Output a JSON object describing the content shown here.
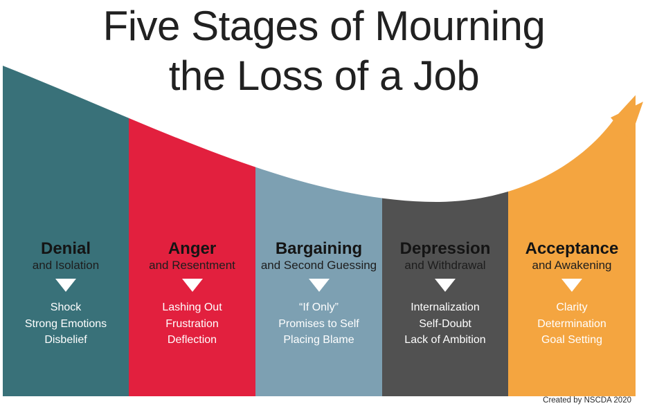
{
  "title": {
    "line1": "Five Stages of Mourning",
    "line2": "the Loss of a Job"
  },
  "stages": [
    {
      "name": "Denial",
      "subtitle": "and Isolation",
      "items": [
        "Shock",
        "Strong Emotions",
        "Disbelief"
      ],
      "color": "#397179"
    },
    {
      "name": "Anger",
      "subtitle": "and Resentment",
      "items": [
        "Lashing Out",
        "Frustration",
        "Deflection"
      ],
      "color": "#E2203E"
    },
    {
      "name": "Bargaining",
      "subtitle": "and Second Guessing",
      "items": [
        "“If Only”",
        "Promises to Self",
        "Placing Blame"
      ],
      "color": "#7DA0B2"
    },
    {
      "name": "Depression",
      "subtitle": "and Withdrawal",
      "items": [
        "Internalization",
        "Self-Doubt",
        "Lack of Ambition"
      ],
      "color": "#515151"
    },
    {
      "name": "Acceptance",
      "subtitle": "and Awakening",
      "items": [
        "Clarity",
        "Determination",
        "Goal Setting"
      ],
      "color": "#F4A540"
    }
  ],
  "arrow": {
    "color": "#F4A540"
  },
  "credit": "Created by NSCDA 2020"
}
